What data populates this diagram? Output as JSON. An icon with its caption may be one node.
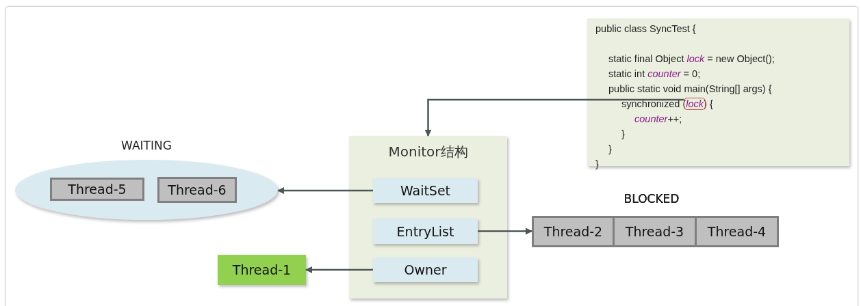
{
  "diagram": {
    "nodes": [
      {
        "text": [
          "public class SyncTest {",
          "static final Object *lock* = new Object();",
          "static int *counter* = 0;",
          "public static void main(String[] args) {",
          "synchronized (*lock*) {",
          "*counter*++;",
          "}",
          "}",
          "}"
        ]
      },
      {
        "text": [],
        "shape": "box",
        "in": 0
      },
      {
        "text": [
          "Monitor结构"
        ]
      },
      {
        "text": [
          "WaitSet"
        ],
        "in": 2
      },
      {
        "text": [
          "EntryList"
        ],
        "in": 2
      },
      {
        "text": [
          "Owner"
        ],
        "in": 2
      },
      {
        "text": [
          "WAITING"
        ]
      },
      {
        "text": [
          "Thread-5"
        ],
        "in": 6
      },
      {
        "text": [
          "Thread-6"
        ],
        "in": 6
      },
      {
        "text": [
          "Thread-2"
        ]
      },
      {
        "text": [
          "Thread-3"
        ]
      },
      {
        "text": [
          "Thread-4"
        ]
      },
      {
        "text": [
          "Thread-1"
        ]
      }
    ],
    "edges": [
      {
        "from": 1,
        "to": 2,
        "arrow": "to"
      },
      {
        "from": 3,
        "to": 6,
        "arrow": "to"
      },
      {
        "from": 4,
        "to": 9,
        "arrow": "to"
      },
      {
        "from": 5,
        "to": 12,
        "arrow": "to"
      }
    ],
    "labels": [
      "BLOCKED"
    ]
  }
}
